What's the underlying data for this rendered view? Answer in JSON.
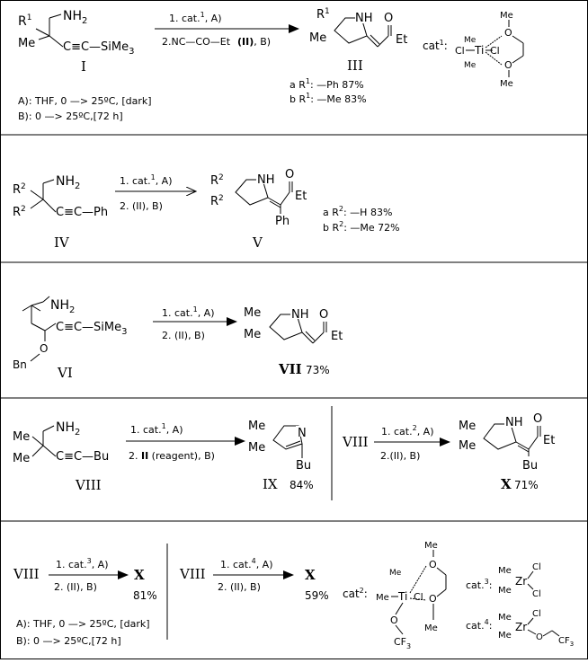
{
  "scheme1": {
    "sm_label": "I",
    "sm_r1": "R",
    "sm_r1_sup": "1",
    "sm_me": "Me",
    "sm_nh2": "NH",
    "sm_nh2_sub": "2",
    "sm_alkyne": "C≡C—SiMe",
    "sm_alkyne_sub": "3",
    "step1_a": "1. cat.",
    "step1_sup": "1",
    "step1_b": ", A)",
    "step2": "2.NC—CO—Et",
    "step2_reagent": "(II)",
    "step2_cond": ", B)",
    "prod_label": "III",
    "prod_r1": "R",
    "prod_r1_sup": "1",
    "prod_me": "Me",
    "prod_nh": "NH",
    "prod_et": "Et",
    "prod_o": "O",
    "yield_a": "a R",
    "yield_a_sup": "1",
    "yield_a_val": ": —Ph   87%",
    "yield_b": "b R",
    "yield_b_sup": "1",
    "yield_b_val": ": —Me   83%",
    "cond_a": "A): THF, 0 —> 25ºC, [dark]",
    "cond_b": "B): 0 —> 25ºC,[72 h]",
    "cat1_label": "cat",
    "cat1_sup": "1",
    "cat1_colon": ":",
    "cat1_me_top": "Me",
    "cat1_me_bot": "Me",
    "cat1_me1": "Me",
    "cat1_me2": "Me",
    "cat1_o1": "O",
    "cat1_o2": "O",
    "cat1_ti": "Ti",
    "cat1_cl1": "Cl",
    "cat1_cl2": "Cl"
  },
  "scheme2": {
    "sm_label": "IV",
    "r2": "R",
    "r2_sup": "2",
    "nh2": "NH",
    "nh2_sub": "2",
    "alkyne": "C≡C—Ph",
    "step1_a": "1. cat.",
    "step1_sup": "1",
    "step1_b": ", A)",
    "step2": "2. (II), B)",
    "prod_label": "V",
    "prod_nh": "NH",
    "prod_o": "O",
    "prod_et": "Et",
    "prod_ph": "Ph",
    "yield_a": "a R",
    "yield_a_sup": "2",
    "yield_a_val": ": —H    83%",
    "yield_b": "b R",
    "yield_b_sup": "2",
    "yield_b_val": ": —Me   72%"
  },
  "scheme3": {
    "sm_label": "VI",
    "nh2": "NH",
    "nh2_sub": "2",
    "alkyne": "C≡C—SiMe",
    "alkyne_sub": "3",
    "o": "O",
    "bn": "Bn",
    "step1_a": "1. cat.",
    "step1_sup": "1",
    "step1_b": ", A)",
    "step2": "2. (II), B)",
    "prod_label": "VII",
    "prod_yield": "73%",
    "prod_me": "Me",
    "prod_nh": "NH",
    "prod_o": "O",
    "prod_et": "Et"
  },
  "scheme4": {
    "sm_label": "VIII",
    "me": "Me",
    "nh2": "NH",
    "nh2_sub": "2",
    "alkyne": "C≡C—Bu",
    "step1_a": "1. cat.",
    "step1_sup": "1",
    "step1_b": ", A)",
    "step2_a": "2. ",
    "step2_reagent": "II",
    "step2_b": " (reagent), B)",
    "int_label": "IX",
    "int_yield": "84%",
    "int_n": "N",
    "int_me": "Me",
    "int_bu": "Bu",
    "sm2_label": "VIII",
    "step3_a": "1. cat.",
    "step3_sup": "2",
    "step3_b": ", A)",
    "step4": "2.(II),  B)",
    "prod_label": "X",
    "prod_yield": "71%",
    "prod_me": "Me",
    "prod_nh": "NH",
    "prod_o": "O",
    "prod_et": "Et",
    "prod_bu": "Bu"
  },
  "scheme5": {
    "sm_label": "VIII",
    "step1_a": "1. cat.",
    "step1_sup": "3",
    "step1_b": ", A)",
    "step2": "2. (II),  B)",
    "prod_label": "X",
    "prod_yield": "81%",
    "sm2_label": "VIII",
    "step3_a": "1. cat.",
    "step3_sup": "4",
    "step3_b": ",  A)",
    "step4": "2. (II), B)",
    "prod2_label": "X",
    "prod2_yield": "59%",
    "cond_a": "A): THF, 0 —> 25ºC, [dark]",
    "cond_b": "B): 0 —> 25ºC,[72 h]",
    "cat2_label": "cat",
    "cat2_sup": "2",
    "cat2_colon": ":",
    "cat2_me": "Me",
    "cat2_me_top": "Me",
    "cat2_me_bot": "Me",
    "cat2_me_ti": "Me",
    "cat2_ti": "Ti",
    "cat2_cl": "Cl",
    "cat2_o1": "O",
    "cat2_o2": "O",
    "cat2_o3": "O",
    "cat2_cf3": "CF",
    "cat2_cf3_sub": "3",
    "cat3_label": "cat.",
    "cat3_sup": "3",
    "cat3_colon": ":",
    "cat3_me1": "Me",
    "cat3_me2": "Me",
    "cat3_zr": "Zr",
    "cat3_cl1": "Cl",
    "cat3_cl2": "Cl",
    "cat4_label": "cat.",
    "cat4_sup": "4",
    "cat4_colon": ":",
    "cat4_me1": "Me",
    "cat4_me2": "Me",
    "cat4_zr": "Zr",
    "cat4_cl": "Cl",
    "cat4_o": "O",
    "cat4_cf3": "CF",
    "cat4_cf3_sub": "3"
  }
}
